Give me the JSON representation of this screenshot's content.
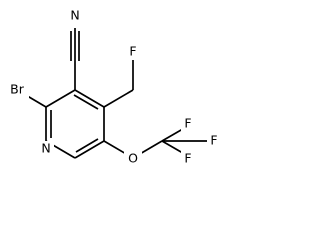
{
  "molecule": {
    "atoms": {
      "nitrile_n": "N",
      "fluoromethyl_f": "F",
      "bromine": "Br",
      "ring_n": "N",
      "ether_o": "O",
      "f_top": "F",
      "f_right": "F",
      "f_bottom": "F"
    }
  }
}
